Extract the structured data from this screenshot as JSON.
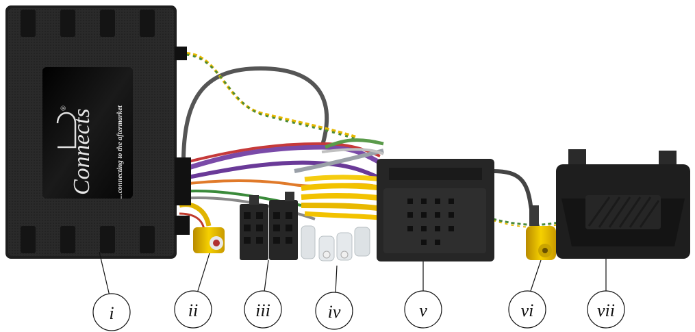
{
  "image": {
    "subject": "interface-harness-kit",
    "background_color": "#ffffff"
  },
  "brand": {
    "logo_text": "Connects",
    "registered_mark": "®",
    "tagline": "...connecting to the aftermarket"
  },
  "callouts": [
    {
      "id": "i",
      "label": "i"
    },
    {
      "id": "ii",
      "label": "ii"
    },
    {
      "id": "iii",
      "label": "iii"
    },
    {
      "id": "iv",
      "label": "iv"
    },
    {
      "id": "v",
      "label": "v"
    },
    {
      "id": "vi",
      "label": "vi"
    },
    {
      "id": "vii",
      "label": "vii"
    }
  ],
  "colors": {
    "module_body": "#1e1e1e",
    "wire_yellow": "#f2c200",
    "wire_green": "#4a9a3a",
    "wire_purple": "#7a4aa8",
    "wire_grey": "#5a5a5a",
    "connector_black": "#262626"
  }
}
